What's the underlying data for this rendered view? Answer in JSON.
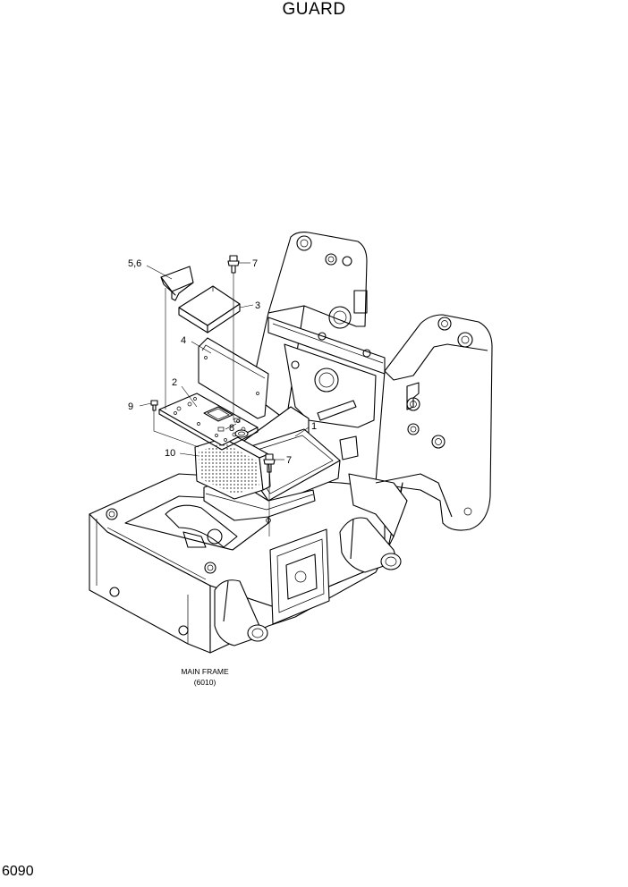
{
  "title": "GUARD",
  "page_number": "6090",
  "callouts": {
    "c56": "5,6",
    "c7a": "7",
    "c3": "3",
    "c4": "4",
    "c2": "2",
    "c9": "9",
    "c8": "8",
    "c10": "10",
    "c7b": "7",
    "c1": "1"
  },
  "reference": {
    "name": "MAIN FRAME",
    "code": "(6010)"
  }
}
